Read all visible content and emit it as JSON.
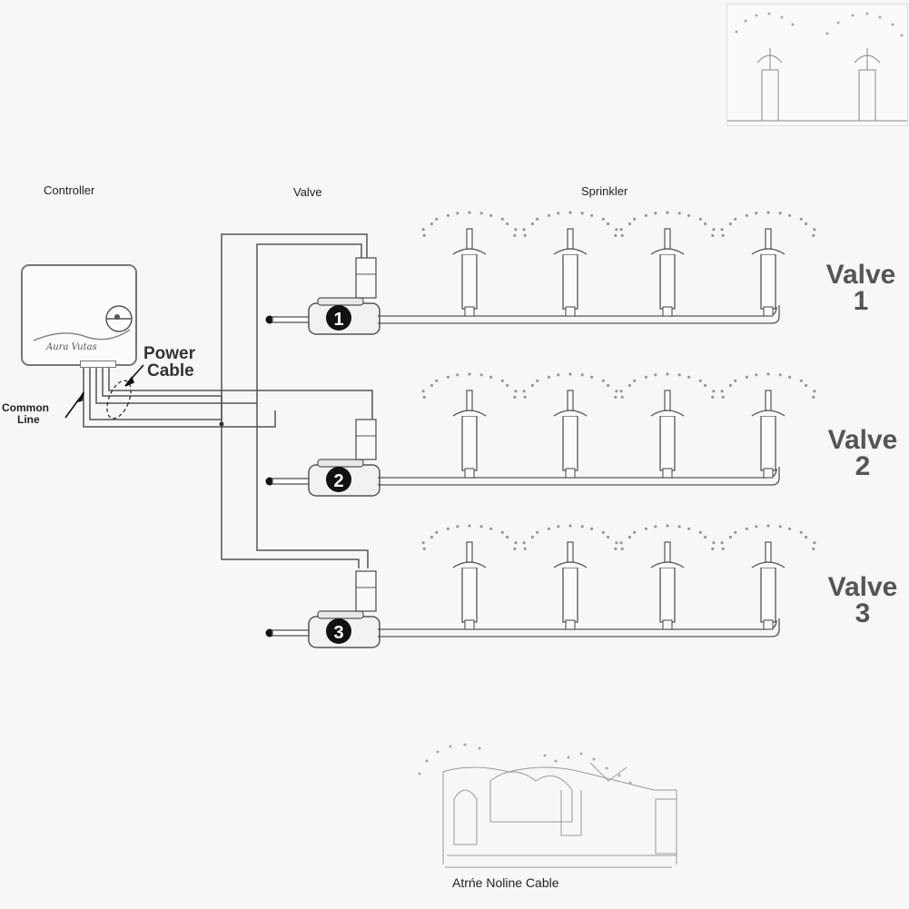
{
  "headings": {
    "controller": "Controller",
    "valve": "Valve",
    "sprinkler": "Sprinkler"
  },
  "controller_brand": "Aura Vutas",
  "callouts": {
    "power_cable_line1": "Power",
    "power_cable_line2": "Cable",
    "common_line_line1": "Common",
    "common_line_line2": "Line"
  },
  "valves": [
    {
      "number": "1",
      "label_word": "Valve",
      "label_num": "1"
    },
    {
      "number": "2",
      "label_word": "Valve",
      "label_num": "2"
    },
    {
      "number": "3",
      "label_word": "Valve",
      "label_num": "3"
    }
  ],
  "sprinklers_per_zone": 4,
  "bottom_caption": "Atrńe Noline Cable",
  "colors": {
    "line": "#555555",
    "badge": "#111111",
    "spray": "#999999"
  }
}
